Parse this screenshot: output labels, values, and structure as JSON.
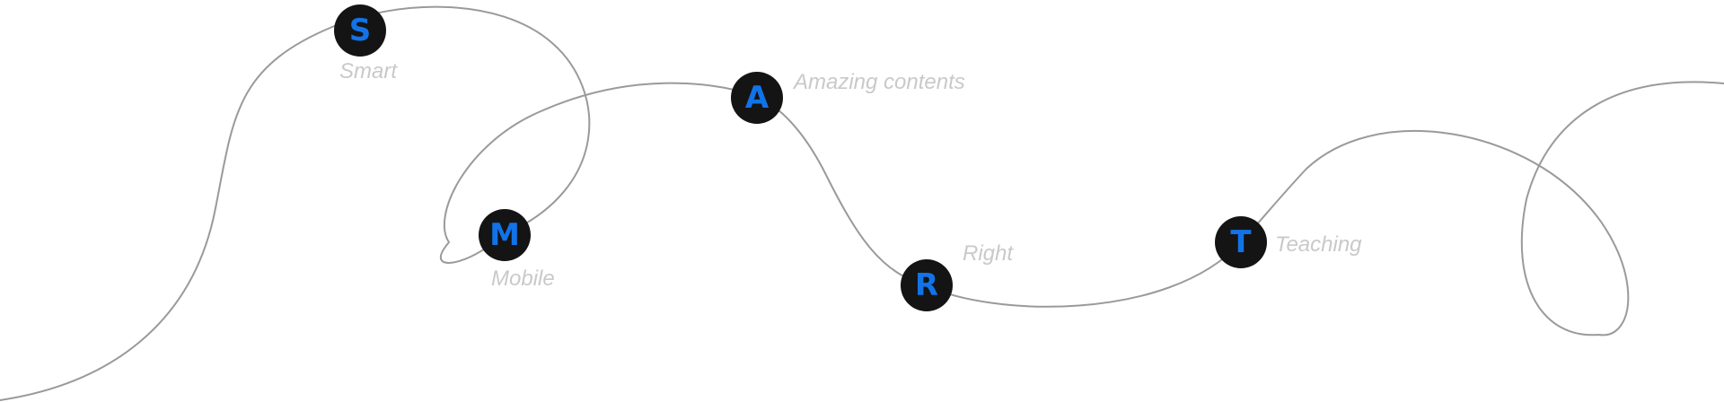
{
  "colors": {
    "background": "#ffffff",
    "curve": "#9a9a9a",
    "node_fill": "#141414",
    "node_letter": "#1273e8",
    "caption": "#c9c9c9"
  },
  "nodes": [
    {
      "letter": "S",
      "caption": "Smart"
    },
    {
      "letter": "M",
      "caption": "Mobile"
    },
    {
      "letter": "A",
      "caption": "Amazing contents"
    },
    {
      "letter": "R",
      "caption": "Right"
    },
    {
      "letter": "T",
      "caption": "Teaching"
    }
  ]
}
